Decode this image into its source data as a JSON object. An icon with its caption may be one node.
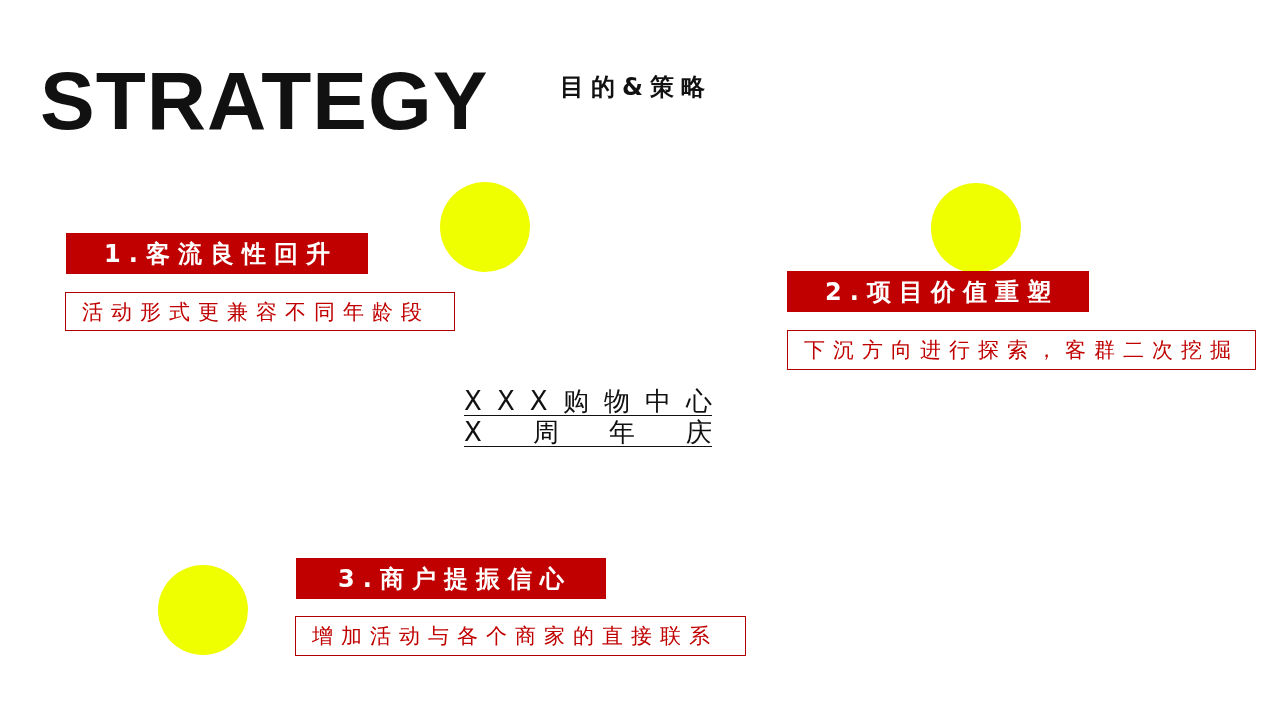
{
  "diagram": {
    "title": "STRATEGY",
    "nodes": [
      {
        "text": [
          "1.客流良性回升"
        ]
      },
      {
        "text": [
          "活动形式更兼容不同年龄段"
        ]
      },
      {
        "text": [
          "2.项目价值重塑"
        ]
      },
      {
        "text": [
          "下沉方向进行探索，客群二次挖掘"
        ]
      },
      {
        "text": [
          "3.商户提振信心"
        ]
      },
      {
        "text": [
          "增加活动与各个商家的直接联系"
        ]
      }
    ],
    "labels": [
      "目的&策略",
      "XXX购物中心",
      "X周年庆"
    ]
  }
}
